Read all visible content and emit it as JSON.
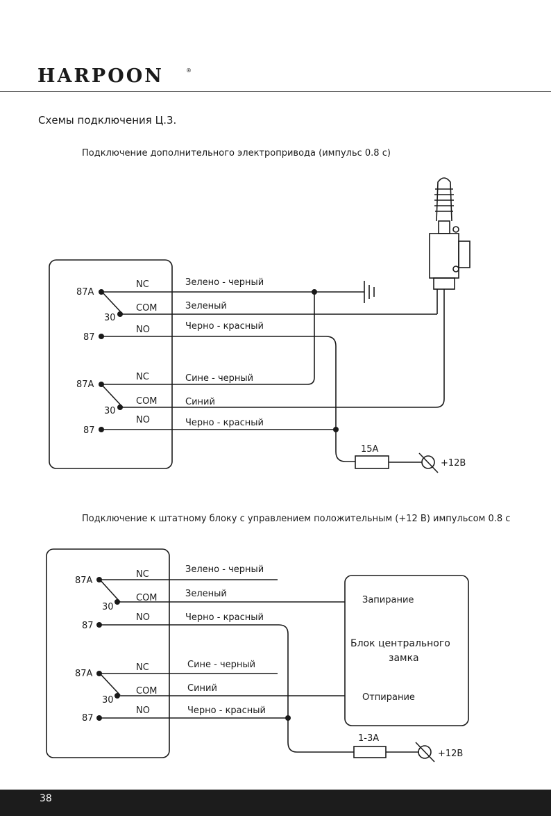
{
  "brand": {
    "logo_text": "HARPOON",
    "registered_mark": "®"
  },
  "section_title": "Схемы подключения Ц.3.",
  "page_number": "38",
  "diagram1": {
    "caption": "Подключение дополнительного электропривода (импульс 0.8 с)",
    "relay1": {
      "pins": {
        "p87a": "87A",
        "p30": "30",
        "p87": "87"
      },
      "contacts": {
        "nc": "NC",
        "com": "COM",
        "no": "NO"
      },
      "wires": {
        "nc": "Зелено - черный",
        "com": "Зеленый",
        "no": "Черно - красный"
      }
    },
    "relay2": {
      "pins": {
        "p87a": "87A",
        "p30": "30",
        "p87": "87"
      },
      "contacts": {
        "nc": "NC",
        "com": "COM",
        "no": "NO"
      },
      "wires": {
        "nc": "Сине - черный",
        "com": "Синий",
        "no": "Черно - красный"
      }
    },
    "fuse": "15A",
    "power": "+12B"
  },
  "diagram2": {
    "caption": "Подключение к штатному блоку с управлением положительным (+12 В) импульсом 0.8 с",
    "relay1": {
      "pins": {
        "p87a": "87A",
        "p30": "30",
        "p87": "87"
      },
      "contacts": {
        "nc": "NC",
        "com": "COM",
        "no": "NO"
      },
      "wires": {
        "nc": "Зелено - черный",
        "com": "Зеленый",
        "no": "Черно - красный"
      }
    },
    "relay2": {
      "pins": {
        "p87a": "87A",
        "p30": "30",
        "p87": "87"
      },
      "contacts": {
        "nc": "NC",
        "com": "COM",
        "no": "NO"
      },
      "wires": {
        "nc": "Сине - черный",
        "com": "Синий",
        "no": "Черно - красный"
      }
    },
    "lock_unit": {
      "lock": "Запирание",
      "title_line1": "Блок центрального",
      "title_line2": "замка",
      "unlock": "Отпирание"
    },
    "fuse": "1-3A",
    "power": "+12B"
  }
}
